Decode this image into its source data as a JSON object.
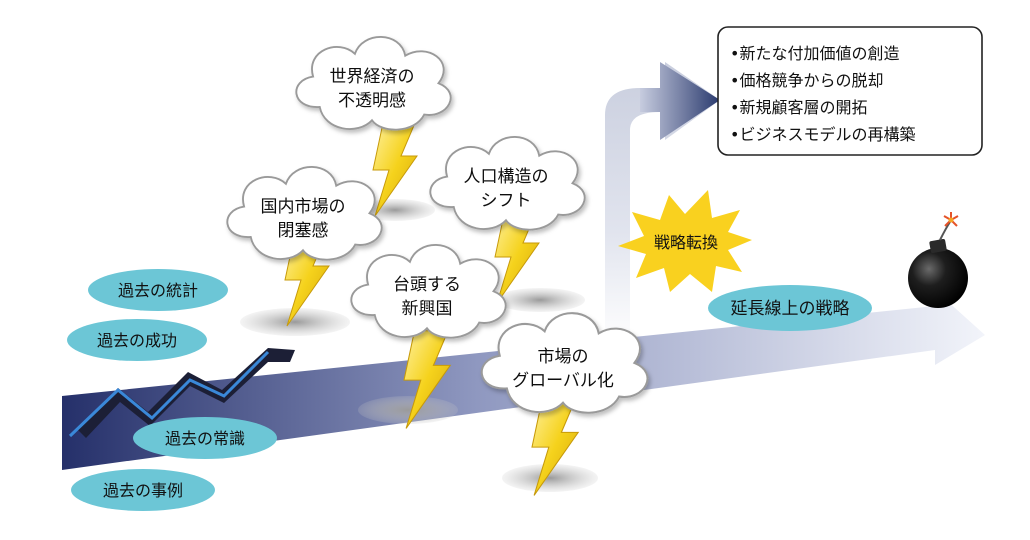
{
  "past_items": [
    "過去の統計",
    "過去の成功",
    "過去の常識",
    "過去の事例"
  ],
  "clouds": [
    {
      "line1": "世界経済の",
      "line2": "不透明感"
    },
    {
      "line1": "人口構造の",
      "line2": "シフト"
    },
    {
      "line1": "国内市場の",
      "line2": "閉塞感"
    },
    {
      "line1": "台頭する",
      "line2": "新興国"
    },
    {
      "line1": "市場の",
      "line2": "グローバル化"
    }
  ],
  "strategy_shift": "戦略転換",
  "extension_strategy": "延長線上の戦略",
  "outcomes": [
    "•新たな付加価値の創造",
    "•価格競争からの脱却",
    "•新規顧客層の開拓",
    "•ビジネスモデルの再構築"
  ],
  "icons": [
    "lightning-icon",
    "bomb-icon",
    "cloud-icon"
  ],
  "colors": {
    "pill": "#6cc6d6",
    "arrow_dark": "#2a3a6e",
    "lightning": "#f5d21c",
    "burst": "#f9d11f",
    "bomb": "#1a1a1a"
  }
}
